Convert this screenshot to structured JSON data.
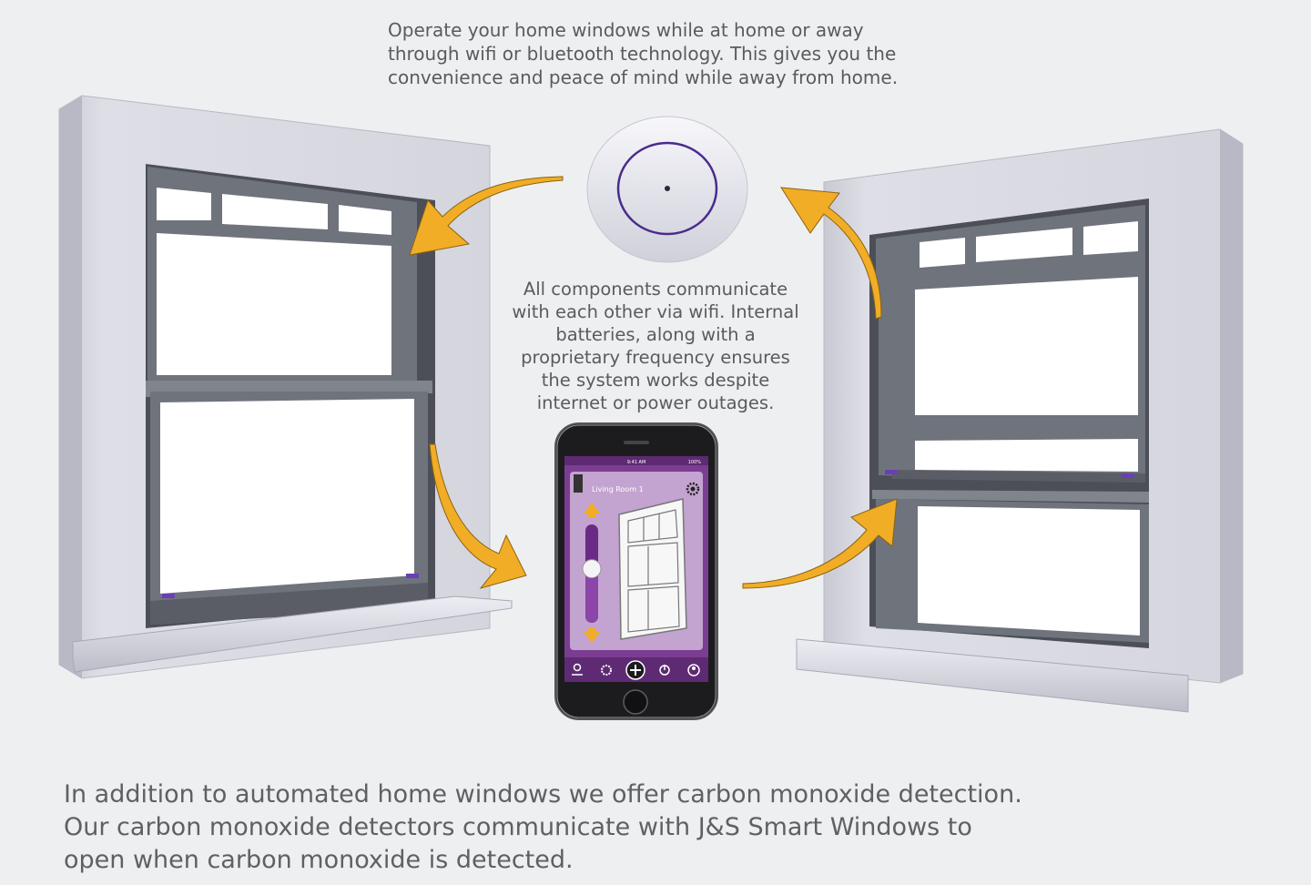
{
  "captions": {
    "top": "Operate your home windows while at home or away\nthrough wifi or bluetooth technology.  This gives you the\nconvenience and peace of mind while away from home.",
    "middle": "All components communicate\nwith each other via wifi.  Internal\nbatteries, along with a\nproprietary frequency ensures\nthe system works despite\ninternet or power outages.",
    "bottom": "In addition to automated home windows we offer carbon monoxide detection.\n Our carbon monoxide detectors communicate with J&S Smart Windows to\nopen when carbon monoxide is detected."
  },
  "phone_app": {
    "status_time": "9:41 AM",
    "status_battery": "100%",
    "room_title": "Living Room 1",
    "slider_level": 0.55,
    "nav_icons": [
      "location-icon",
      "gear-icon",
      "add-icon",
      "power-icon",
      "user-icon"
    ]
  },
  "colors": {
    "arrow": "#f2ad26",
    "app_purple": "#7b3d92",
    "app_light_purple": "#c3a3cf",
    "hub_ring": "#4a2b8c",
    "frame": "#d8d8e0",
    "sash": "#6f737c"
  }
}
